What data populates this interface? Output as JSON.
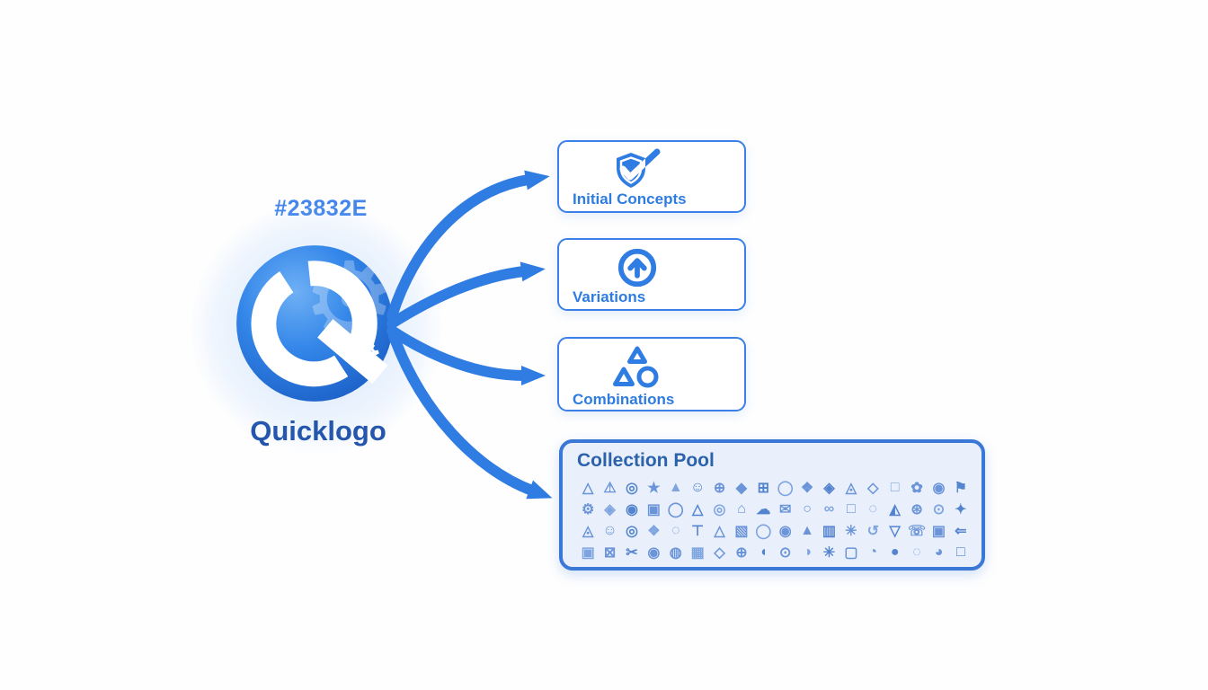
{
  "brand": {
    "hex_label": "#23832E",
    "name": "Quicklogo"
  },
  "nodes": [
    {
      "id": "initial-concepts",
      "label": "Initial Concepts",
      "icon": "shield-check-icon"
    },
    {
      "id": "variations",
      "label": "Variations",
      "icon": "arrow-up-circle-icon"
    },
    {
      "id": "combinations",
      "label": "Combinations",
      "icon": "triangles-circle-icon"
    }
  ],
  "collection_pool": {
    "title": "Collection Pool",
    "icons": [
      "△",
      "⚠",
      "◎",
      "★",
      "▲",
      "☺",
      "⊕",
      "◆",
      "⊞",
      "◯",
      "❖",
      "◈",
      "◬",
      "◇",
      "□",
      "✿",
      "◉",
      "⚑",
      "⚙",
      "◈",
      "◉",
      "▣",
      "◯",
      "△",
      "◎",
      "⌂",
      "☁",
      "✉",
      "○",
      "∞",
      "□",
      "◌",
      "◭",
      "⊛",
      "⊙",
      "✦",
      "◬",
      "☺",
      "◎",
      "❖",
      "◌",
      "⊤",
      "△",
      "▧",
      "◯",
      "◉",
      "▲",
      "▥",
      "✳",
      "↺",
      "▽",
      "☏",
      "▣",
      "⇐",
      "▣",
      "⊠",
      "✂",
      "◉",
      "◍",
      "▦",
      "◇",
      "⊕",
      "◖",
      "⊙",
      "◑",
      "✳",
      "▢",
      "◔",
      "●",
      "◌",
      "◕",
      "□"
    ]
  },
  "colors": {
    "accent": "#2f7ce2",
    "node_border": "#3a80e8",
    "label_blue": "#2e7ce0",
    "brand_text": "#2456ad",
    "hex_text": "#4285ec",
    "pool_bg": "#e9f0fb",
    "pool_border": "#3a78d8",
    "pool_title": "#2b62ab",
    "glyph_blue": "#6b95d8",
    "sphere_light": "#66a8f2",
    "sphere_dark": "#1a5dc4"
  }
}
